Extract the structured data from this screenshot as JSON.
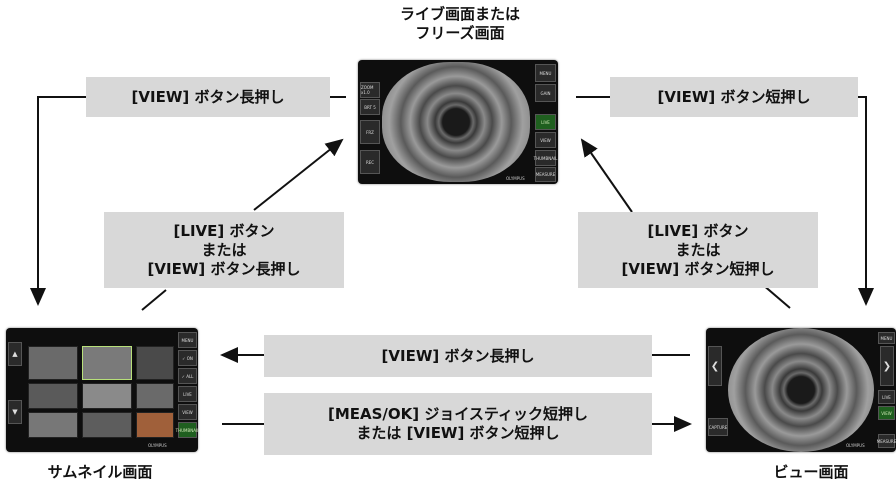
{
  "captions": {
    "top_line1": "ライブ画面または",
    "top_line2": "フリーズ画面",
    "left": "サムネイル画面",
    "right": "ビュー画面"
  },
  "labels": {
    "top_left": "[VIEW] ボタン長押し",
    "top_right": "[VIEW] ボタン短押し",
    "mid_left": [
      "[LIVE] ボタン",
      "または",
      "[VIEW] ボタン長押し"
    ],
    "mid_right": [
      "[LIVE] ボタン",
      "または",
      "[VIEW] ボタン短押し"
    ],
    "center_top": "[VIEW] ボタン長押し",
    "center_bottom": [
      "[MEAS/OK] ジョイスティック短押し",
      "または [VIEW] ボタン短押し"
    ]
  },
  "screens": {
    "live": {
      "left_buttons": [
        "ZOOM x1.0",
        "BRT 5",
        "FRZ",
        "REC"
      ],
      "right_buttons": [
        "MENU",
        "GAIN",
        "LIVE",
        "VIEW",
        "THUMBNAIL",
        "MEASURE"
      ],
      "brand": "OLYMPUS"
    },
    "thumbnail": {
      "right_buttons": [
        "MENU",
        "✓ ON",
        "✓ ALL",
        "LIVE",
        "VIEW",
        "THUMBNAIL"
      ],
      "left_arrows": [
        "▲",
        "▼"
      ],
      "brand": "OLYMPUS"
    },
    "view": {
      "right_buttons": [
        "MENU",
        "LIVE",
        "VIEW",
        "MEASURE"
      ],
      "left_buttons": [
        "CAPTURE"
      ],
      "brand": "OLYMPUS"
    }
  }
}
